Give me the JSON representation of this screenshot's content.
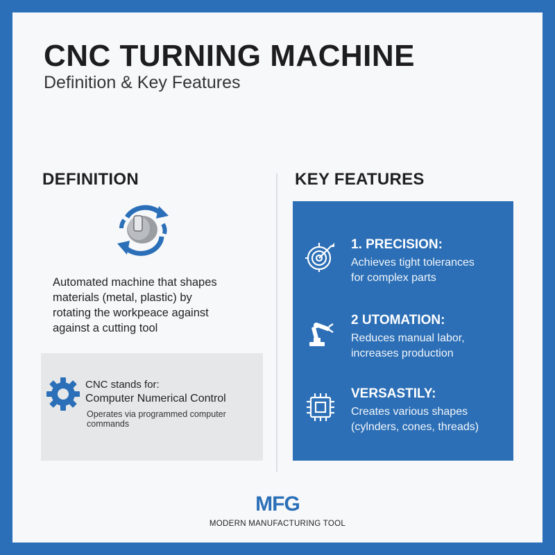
{
  "header": {
    "title": "CNC TURNING MACHINE",
    "subtitle": "Definition & Key Features"
  },
  "definition": {
    "heading": "DEFINITION",
    "icon": "rotation-cycle-icon",
    "lines": [
      "Automated machine that shapes",
      "materials (metal, plastic) by",
      "rotating the workpeace against",
      "against a cutting tool"
    ],
    "cnc_box": {
      "icon": "gear-icon",
      "line1": "CNC stands for:",
      "line2": "Computer Numerical Control",
      "line3": "Operates via programmed computer commands"
    }
  },
  "features": {
    "heading": "KEY FEATURES",
    "items": [
      {
        "icon": "target-icon",
        "title": "1. PRECISION:",
        "desc1": "Achieves tight tolerances",
        "desc2": "for complex parts"
      },
      {
        "icon": "robot-arm-icon",
        "title": "2 UTOMATION:",
        "desc1": "Reduces manual labor,",
        "desc2": "increases production"
      },
      {
        "icon": "chip-icon",
        "title": "VERSASTILY:",
        "desc1": "Creates various shapes",
        "desc2": "(cylnders, cones, threads)"
      }
    ]
  },
  "footer": {
    "logo": "MFG",
    "tagline": "MODERN MANUFACTURING TOOL"
  },
  "colors": {
    "border": "#2a6fb8",
    "panel": "#2c6fb6",
    "box": "#e6e7e9"
  }
}
